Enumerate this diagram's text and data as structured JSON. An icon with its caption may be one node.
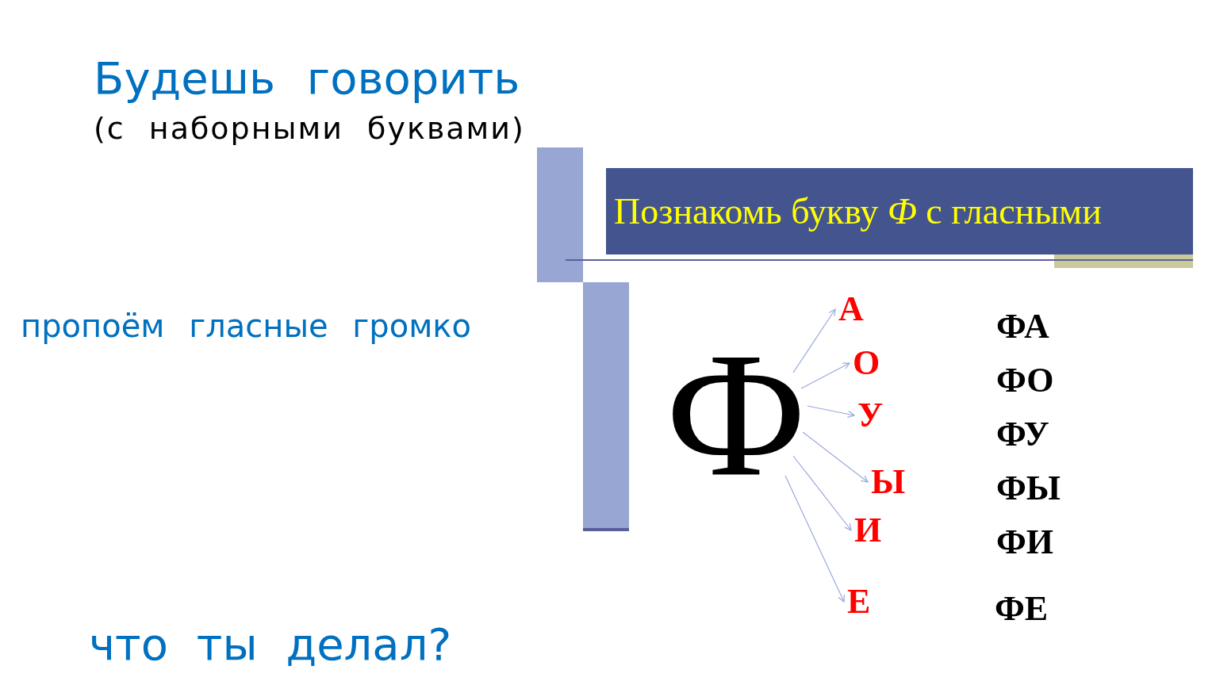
{
  "diagram": {
    "title": "Будешь говорить",
    "nodes": [
      {
        "text": [
          "Ф"
        ]
      },
      {
        "text": [
          "А"
        ]
      },
      {
        "text": [
          "О"
        ]
      },
      {
        "text": [
          "У"
        ]
      },
      {
        "text": [
          "Ы"
        ]
      },
      {
        "text": [
          "И"
        ]
      },
      {
        "text": [
          "Е"
        ]
      },
      {
        "text": [
          "Познакомь букву *Ф* с гласными"
        ]
      }
    ],
    "edges": [
      {
        "from": 0,
        "to": 1,
        "arrow": "to"
      },
      {
        "from": 0,
        "to": 2,
        "arrow": "to"
      },
      {
        "from": 0,
        "to": 3,
        "arrow": "to"
      },
      {
        "from": 0,
        "to": 4,
        "arrow": "to"
      },
      {
        "from": 0,
        "to": 5,
        "arrow": "to"
      },
      {
        "from": 0,
        "to": 6,
        "arrow": "to"
      }
    ],
    "labels": [
      "(с наборными буквами)",
      "пропоём гласные громко",
      "ФА",
      "ФО",
      "ФУ",
      "ФЫ",
      "ФИ",
      "ФЕ",
      "что ты делал?"
    ]
  }
}
